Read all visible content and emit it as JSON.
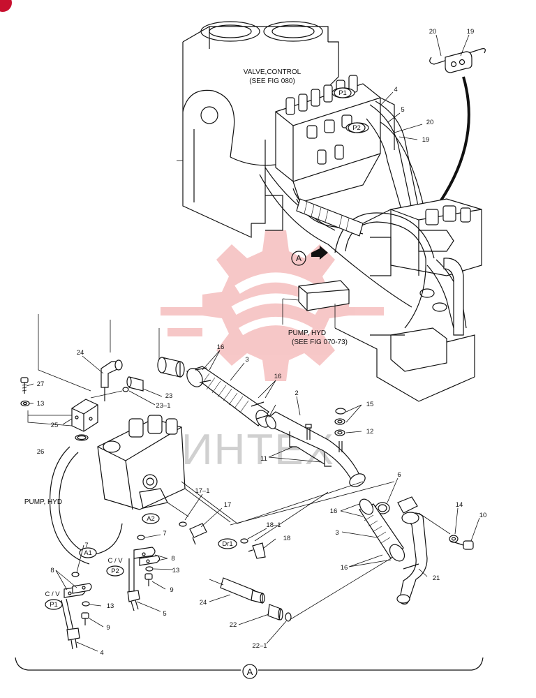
{
  "watermark": {
    "text": "ИНТЕХ",
    "color": "#e23b3b"
  },
  "corner_badge_color": "#c8102e",
  "labels": {
    "valve_control_1": "VALVE,CONTROL",
    "valve_control_2": "(SEE FIG 080)",
    "pump_hyd_top_1": "PUMP, HYD",
    "pump_hyd_top_2": "(SEE FIG 070-73)",
    "pump_hyd_left": "PUMP, HYD",
    "view_a": "A",
    "port_p1_top": "P1",
    "port_p2_top": "P2",
    "port_a1": "A1",
    "port_a2": "A2",
    "port_dr1": "Dr1",
    "cv_1": "C / V",
    "cv_2": "C / V",
    "port_p1_bottom": "P1",
    "port_p2_bottom": "P2"
  },
  "callouts": {
    "c20_top": "20",
    "c19_top": "19",
    "c4_top": "4",
    "c5_top": "5",
    "c20_mid": "20",
    "c19_mid": "19",
    "c16_a": "16",
    "c3_a": "3",
    "c16_b": "16",
    "c24_a": "24",
    "c27": "27",
    "c13_a": "13",
    "c25": "25",
    "c26": "26",
    "c23": "23",
    "c23_1": "23–1",
    "c2": "2",
    "c15": "15",
    "c12": "12",
    "c11": "11",
    "c6": "6",
    "c14": "14",
    "c10": "10",
    "c16_c": "16",
    "c3_b": "3",
    "c16_d": "16",
    "c21": "21",
    "c17_1": "17–1",
    "c17": "17",
    "c18_1": "18–1",
    "c18": "18",
    "c7_a": "7",
    "c7_b": "7",
    "c8_a": "8",
    "c13_b": "13",
    "c9_a": "9",
    "c5_b": "5",
    "c8_b": "8",
    "c13_c": "13",
    "c9_b": "9",
    "c4_b": "4",
    "c24_b": "24",
    "c22": "22",
    "c22_1": "22–1"
  }
}
